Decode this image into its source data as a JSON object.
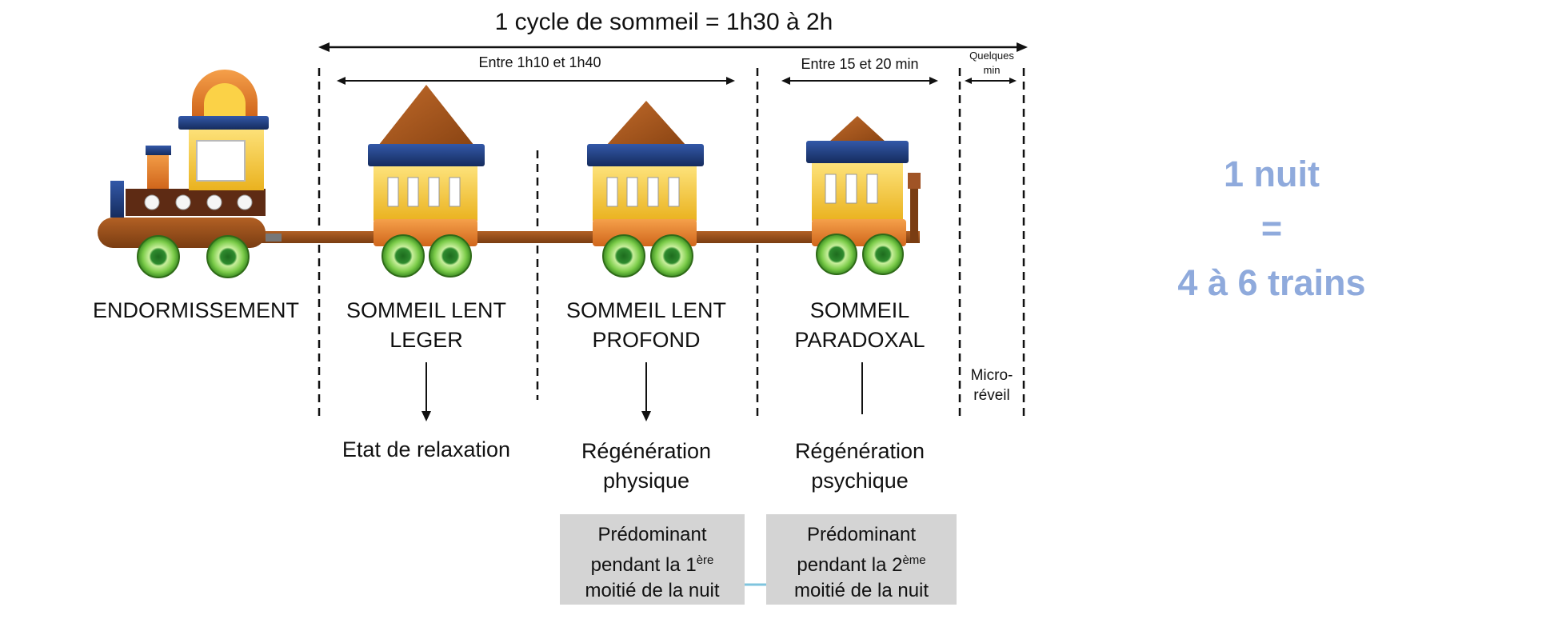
{
  "cycle_title": "1 cycle de sommeil = 1h30 à 2h",
  "durations": {
    "light_deep": "Entre 1h10 et 1h40",
    "paradoxal": "Entre 15 et 20 min",
    "micro_line1": "Quelques",
    "micro_line2": "min"
  },
  "stages": {
    "endormissement": "ENDORMISSEMENT",
    "light_line1": "SOMMEIL LENT",
    "light_line2": "LEGER",
    "deep_line1": "SOMMEIL LENT",
    "deep_line2": "PROFOND",
    "paradoxal_line1": "SOMMEIL",
    "paradoxal_line2": "PARADOXAL",
    "micro_line1": "Micro-",
    "micro_line2": "réveil"
  },
  "effects": {
    "light": "Etat de relaxation",
    "deep_line1": "Régénération",
    "deep_line2": "physique",
    "paradoxal_line1": "Régénération",
    "paradoxal_line2": "psychique"
  },
  "boxes": {
    "first_line1": "Prédominant",
    "first_line2": "pendant la 1",
    "first_sup": "ère",
    "first_line3": "moitié de la nuit",
    "second_line1": "Prédominant",
    "second_line2": "pendant la 2",
    "second_sup": "ème",
    "second_line3": "moitié de la nuit"
  },
  "summary": {
    "line1": "1 nuit",
    "line2": "=",
    "line3": "4 à 6 trains"
  },
  "colors": {
    "summary_text": "#8faadc",
    "box_fill": "#d4d4d4",
    "connector": "#7fc4de",
    "roof": "#a3551d",
    "wagon_body": "#f7c934",
    "wagon_top": "#1f3e7c",
    "base": "#e57c2a",
    "wheel": "#6bbf3f",
    "rail": "#6b3a17"
  }
}
